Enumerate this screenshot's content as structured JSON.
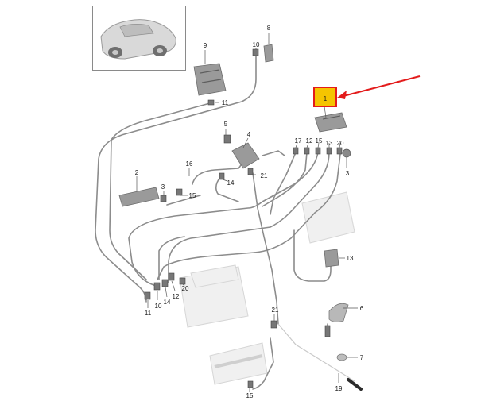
{
  "diagram": {
    "labels": [
      {
        "id": "1",
        "text": "1"
      },
      {
        "id": "2",
        "text": "2"
      },
      {
        "id": "3a",
        "text": "3"
      },
      {
        "id": "3b",
        "text": "3"
      },
      {
        "id": "4",
        "text": "4"
      },
      {
        "id": "5",
        "text": "5"
      },
      {
        "id": "6",
        "text": "6"
      },
      {
        "id": "7",
        "text": "7"
      },
      {
        "id": "8",
        "text": "8"
      },
      {
        "id": "9",
        "text": "9"
      },
      {
        "id": "10a",
        "text": "10"
      },
      {
        "id": "10b",
        "text": "10"
      },
      {
        "id": "11a",
        "text": "11"
      },
      {
        "id": "11b",
        "text": "11"
      },
      {
        "id": "12a",
        "text": "12"
      },
      {
        "id": "12b",
        "text": "12"
      },
      {
        "id": "13a",
        "text": "13"
      },
      {
        "id": "13b",
        "text": "13"
      },
      {
        "id": "14a",
        "text": "14"
      },
      {
        "id": "14b",
        "text": "14"
      },
      {
        "id": "15a",
        "text": "15"
      },
      {
        "id": "15b",
        "text": "15"
      },
      {
        "id": "15c",
        "text": "15"
      },
      {
        "id": "16",
        "text": "16"
      },
      {
        "id": "17",
        "text": "17"
      },
      {
        "id": "19",
        "text": "19"
      },
      {
        "id": "20a",
        "text": "20"
      },
      {
        "id": "20b",
        "text": "20"
      },
      {
        "id": "21a",
        "text": "21"
      },
      {
        "id": "21b",
        "text": "21"
      }
    ],
    "highlight": {
      "label": "1",
      "box_color": "#f5c400",
      "arrow_color": "#e31b1b"
    },
    "icons": {
      "vehicle_thumbnail": "car-thumbnail-icon"
    }
  }
}
